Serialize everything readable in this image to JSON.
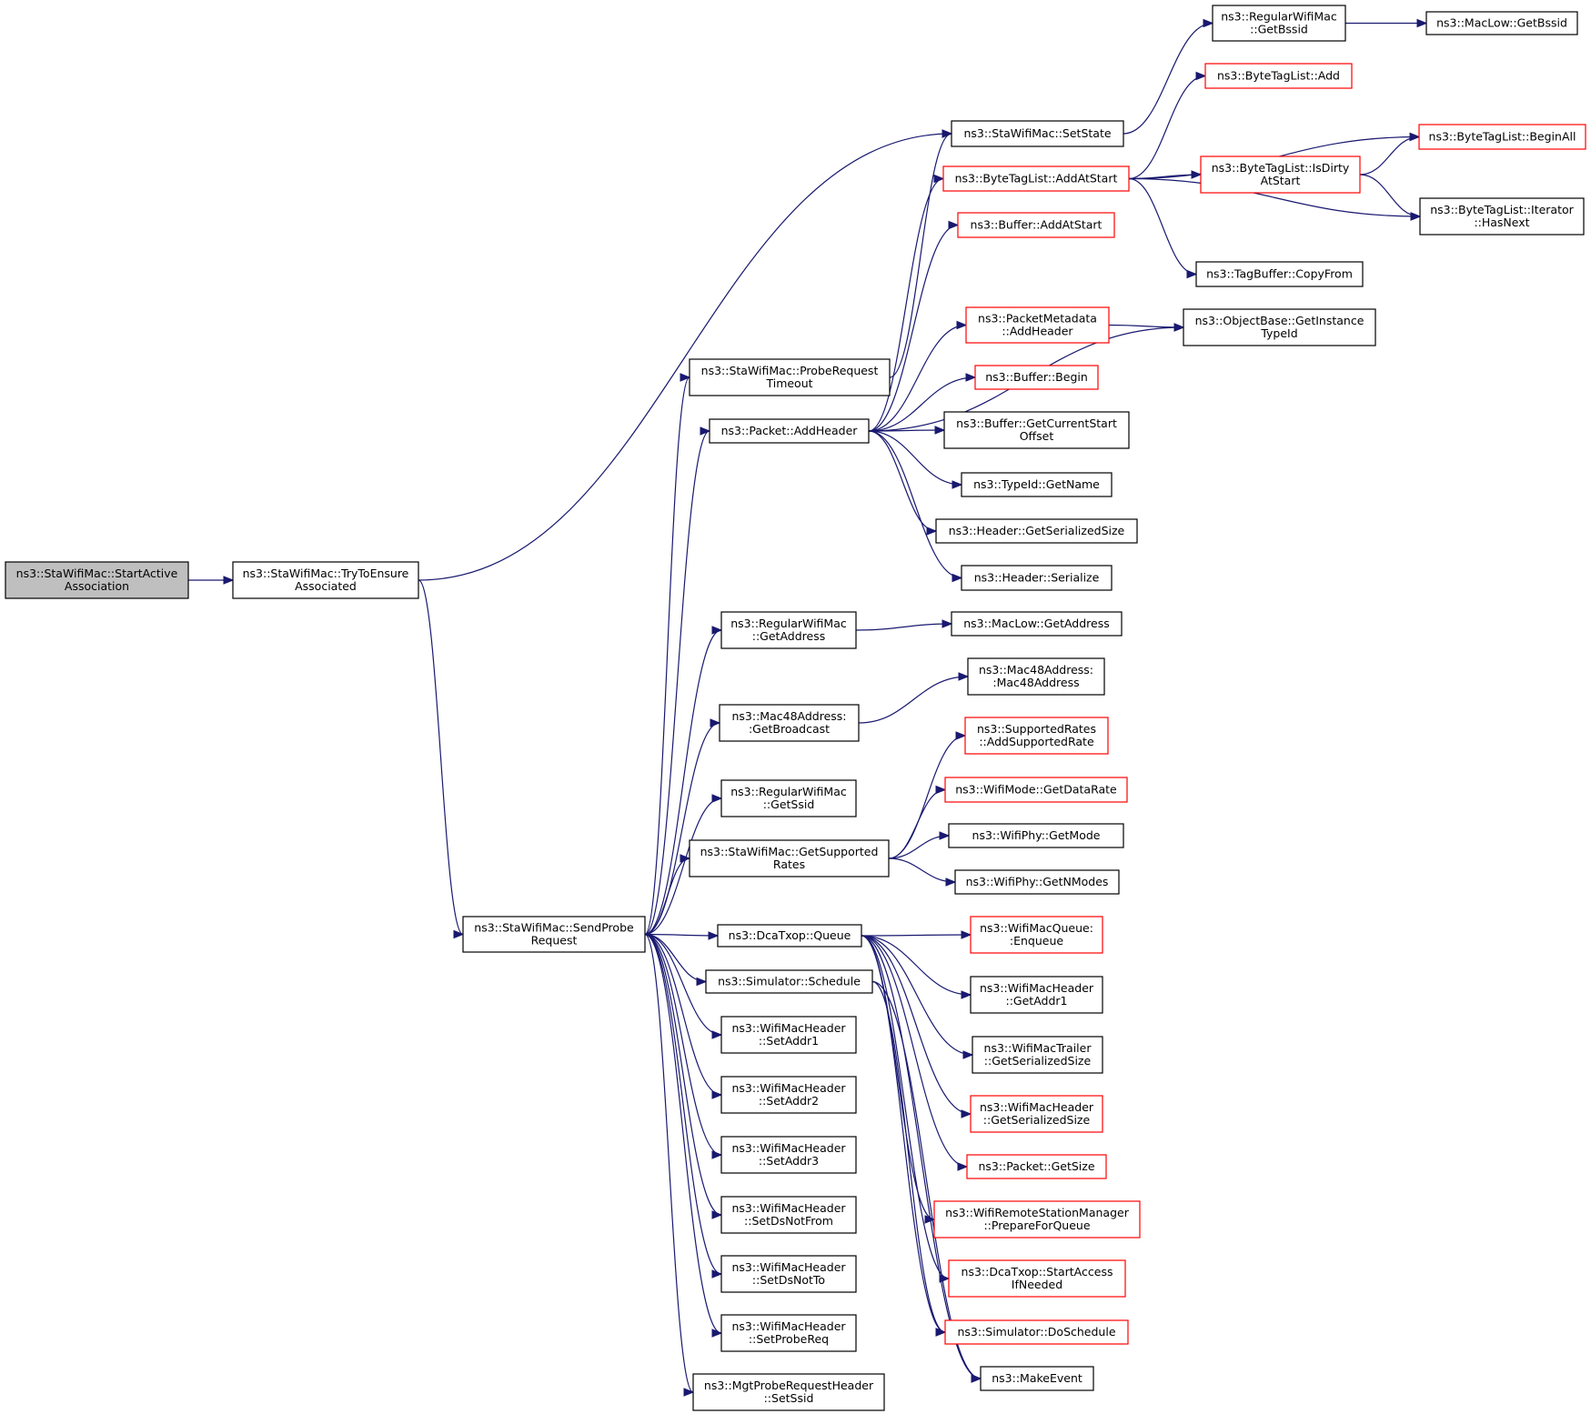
{
  "colors": {
    "edge": "#191970",
    "node_border": "#000000",
    "node_border_truncated": "#ff0000",
    "root_fill": "#bfbfbf",
    "node_fill": "#ffffff"
  },
  "nodes": [
    {
      "id": "root",
      "lines": [
        "ns3::StaWifiMac::StartActive",
        "Association"
      ],
      "style": "root"
    },
    {
      "id": "try",
      "lines": [
        "ns3::StaWifiMac::TryToEnsure",
        "Associated"
      ],
      "style": "normal"
    },
    {
      "id": "setstate",
      "lines": [
        "ns3::StaWifiMac::SetState"
      ],
      "style": "normal"
    },
    {
      "id": "getbssid",
      "lines": [
        "ns3::RegularWifiMac",
        "::GetBssid"
      ],
      "style": "normal"
    },
    {
      "id": "maclowbssid",
      "lines": [
        "ns3::MacLow::GetBssid"
      ],
      "style": "normal"
    },
    {
      "id": "sendprobe",
      "lines": [
        "ns3::StaWifiMac::SendProbe",
        "Request"
      ],
      "style": "normal"
    },
    {
      "id": "probetimeout",
      "lines": [
        "ns3::StaWifiMac::ProbeRequest",
        "Timeout"
      ],
      "style": "normal"
    },
    {
      "id": "addheader",
      "lines": [
        "ns3::Packet::AddHeader"
      ],
      "style": "normal"
    },
    {
      "id": "bt_add",
      "lines": [
        "ns3::ByteTagList::Add"
      ],
      "style": "truncated"
    },
    {
      "id": "bt_addatstart",
      "lines": [
        "ns3::ByteTagList::AddAtStart"
      ],
      "style": "truncated"
    },
    {
      "id": "bt_beginall",
      "lines": [
        "ns3::ByteTagList::BeginAll"
      ],
      "style": "truncated"
    },
    {
      "id": "bt_isdirty",
      "lines": [
        "ns3::ByteTagList::IsDirty",
        "AtStart"
      ],
      "style": "truncated"
    },
    {
      "id": "bt_hasnext",
      "lines": [
        "ns3::ByteTagList::Iterator",
        "::HasNext"
      ],
      "style": "normal"
    },
    {
      "id": "buf_addatstart",
      "lines": [
        "ns3::Buffer::AddAtStart"
      ],
      "style": "truncated"
    },
    {
      "id": "tagbuf",
      "lines": [
        "ns3::TagBuffer::CopyFrom"
      ],
      "style": "normal"
    },
    {
      "id": "objtypeid",
      "lines": [
        "ns3::ObjectBase::GetInstance",
        "TypeId"
      ],
      "style": "normal"
    },
    {
      "id": "pm_addheader",
      "lines": [
        "ns3::PacketMetadata",
        "::AddHeader"
      ],
      "style": "truncated"
    },
    {
      "id": "buf_begin",
      "lines": [
        "ns3::Buffer::Begin"
      ],
      "style": "truncated"
    },
    {
      "id": "buf_curstart",
      "lines": [
        "ns3::Buffer::GetCurrentStart",
        "Offset"
      ],
      "style": "normal"
    },
    {
      "id": "typeid_name",
      "lines": [
        "ns3::TypeId::GetName"
      ],
      "style": "normal"
    },
    {
      "id": "hdr_sersize",
      "lines": [
        "ns3::Header::GetSerializedSize"
      ],
      "style": "normal"
    },
    {
      "id": "hdr_serialize",
      "lines": [
        "ns3::Header::Serialize"
      ],
      "style": "normal"
    },
    {
      "id": "rwm_getaddr",
      "lines": [
        "ns3::RegularWifiMac",
        "::GetAddress"
      ],
      "style": "normal"
    },
    {
      "id": "maclow_getaddr",
      "lines": [
        "ns3::MacLow::GetAddress"
      ],
      "style": "normal"
    },
    {
      "id": "mac48_bcast",
      "lines": [
        "ns3::Mac48Address:",
        ":GetBroadcast"
      ],
      "style": "normal"
    },
    {
      "id": "mac48_ctor",
      "lines": [
        "ns3::Mac48Address:",
        ":Mac48Address"
      ],
      "style": "normal"
    },
    {
      "id": "rwm_getssid",
      "lines": [
        "ns3::RegularWifiMac",
        "::GetSsid"
      ],
      "style": "normal"
    },
    {
      "id": "getsupported",
      "lines": [
        "ns3::StaWifiMac::GetSupported",
        "Rates"
      ],
      "style": "normal"
    },
    {
      "id": "addsupported",
      "lines": [
        "ns3::SupportedRates",
        "::AddSupportedRate"
      ],
      "style": "truncated"
    },
    {
      "id": "getdatarate",
      "lines": [
        "ns3::WifiMode::GetDataRate"
      ],
      "style": "truncated"
    },
    {
      "id": "phy_getmode",
      "lines": [
        "ns3::WifiPhy::GetMode"
      ],
      "style": "normal"
    },
    {
      "id": "phy_getnmodes",
      "lines": [
        "ns3::WifiPhy::GetNModes"
      ],
      "style": "normal"
    },
    {
      "id": "dca_queue",
      "lines": [
        "ns3::DcaTxop::Queue"
      ],
      "style": "normal"
    },
    {
      "id": "sim_schedule",
      "lines": [
        "ns3::Simulator::Schedule"
      ],
      "style": "normal"
    },
    {
      "id": "wmq_enqueue",
      "lines": [
        "ns3::WifiMacQueue:",
        ":Enqueue"
      ],
      "style": "truncated"
    },
    {
      "id": "wmh_getaddr1",
      "lines": [
        "ns3::WifiMacHeader",
        "::GetAddr1"
      ],
      "style": "normal"
    },
    {
      "id": "wmt_sersize",
      "lines": [
        "ns3::WifiMacTrailer",
        "::GetSerializedSize"
      ],
      "style": "normal"
    },
    {
      "id": "wmh_sersize",
      "lines": [
        "ns3::WifiMacHeader",
        "::GetSerializedSize"
      ],
      "style": "truncated"
    },
    {
      "id": "pkt_getsize",
      "lines": [
        "ns3::Packet::GetSize"
      ],
      "style": "truncated"
    },
    {
      "id": "wrsm_prepare",
      "lines": [
        "ns3::WifiRemoteStationManager",
        "::PrepareForQueue"
      ],
      "style": "truncated"
    },
    {
      "id": "dca_startaccess",
      "lines": [
        "ns3::DcaTxop::StartAccess",
        "IfNeeded"
      ],
      "style": "truncated"
    },
    {
      "id": "sim_doschedule",
      "lines": [
        "ns3::Simulator::DoSchedule"
      ],
      "style": "truncated"
    },
    {
      "id": "makeevent",
      "lines": [
        "ns3::MakeEvent"
      ],
      "style": "normal"
    },
    {
      "id": "wmh_setaddr1",
      "lines": [
        "ns3::WifiMacHeader",
        "::SetAddr1"
      ],
      "style": "normal"
    },
    {
      "id": "wmh_setaddr2",
      "lines": [
        "ns3::WifiMacHeader",
        "::SetAddr2"
      ],
      "style": "normal"
    },
    {
      "id": "wmh_setaddr3",
      "lines": [
        "ns3::WifiMacHeader",
        "::SetAddr3"
      ],
      "style": "normal"
    },
    {
      "id": "wmh_setdsnotfrom",
      "lines": [
        "ns3::WifiMacHeader",
        "::SetDsNotFrom"
      ],
      "style": "normal"
    },
    {
      "id": "wmh_setdsnotto",
      "lines": [
        "ns3::WifiMacHeader",
        "::SetDsNotTo"
      ],
      "style": "normal"
    },
    {
      "id": "wmh_setprobereq",
      "lines": [
        "ns3::WifiMacHeader",
        "::SetProbeReq"
      ],
      "style": "normal"
    },
    {
      "id": "mgt_setssid",
      "lines": [
        "ns3::MgtProbeRequestHeader",
        "::SetSsid"
      ],
      "style": "normal"
    }
  ],
  "edges": [
    [
      "root",
      "try"
    ],
    [
      "try",
      "setstate"
    ],
    [
      "try",
      "sendprobe"
    ],
    [
      "setstate",
      "getbssid"
    ],
    [
      "getbssid",
      "maclowbssid"
    ],
    [
      "sendprobe",
      "probetimeout"
    ],
    [
      "probetimeout",
      "setstate"
    ],
    [
      "sendprobe",
      "addheader"
    ],
    [
      "sendprobe",
      "rwm_getaddr"
    ],
    [
      "sendprobe",
      "mac48_bcast"
    ],
    [
      "sendprobe",
      "rwm_getssid"
    ],
    [
      "sendprobe",
      "getsupported"
    ],
    [
      "sendprobe",
      "dca_queue"
    ],
    [
      "sendprobe",
      "sim_schedule"
    ],
    [
      "sendprobe",
      "wmh_setaddr1"
    ],
    [
      "sendprobe",
      "wmh_setaddr2"
    ],
    [
      "sendprobe",
      "wmh_setaddr3"
    ],
    [
      "sendprobe",
      "wmh_setdsnotfrom"
    ],
    [
      "sendprobe",
      "wmh_setdsnotto"
    ],
    [
      "sendprobe",
      "wmh_setprobereq"
    ],
    [
      "sendprobe",
      "mgt_setssid"
    ],
    [
      "addheader",
      "bt_addatstart"
    ],
    [
      "addheader",
      "buf_addatstart"
    ],
    [
      "addheader",
      "objtypeid"
    ],
    [
      "addheader",
      "pm_addheader"
    ],
    [
      "addheader",
      "buf_begin"
    ],
    [
      "addheader",
      "buf_curstart"
    ],
    [
      "addheader",
      "typeid_name"
    ],
    [
      "addheader",
      "hdr_sersize"
    ],
    [
      "addheader",
      "hdr_serialize"
    ],
    [
      "bt_addatstart",
      "bt_add"
    ],
    [
      "bt_addatstart",
      "bt_beginall"
    ],
    [
      "bt_addatstart",
      "bt_isdirty"
    ],
    [
      "bt_addatstart",
      "bt_hasnext"
    ],
    [
      "bt_addatstart",
      "tagbuf"
    ],
    [
      "bt_isdirty",
      "bt_beginall"
    ],
    [
      "bt_isdirty",
      "bt_hasnext"
    ],
    [
      "pm_addheader",
      "objtypeid"
    ],
    [
      "rwm_getaddr",
      "maclow_getaddr"
    ],
    [
      "mac48_bcast",
      "mac48_ctor"
    ],
    [
      "getsupported",
      "addsupported"
    ],
    [
      "getsupported",
      "getdatarate"
    ],
    [
      "getsupported",
      "phy_getmode"
    ],
    [
      "getsupported",
      "phy_getnmodes"
    ],
    [
      "dca_queue",
      "wmq_enqueue"
    ],
    [
      "dca_queue",
      "wmh_getaddr1"
    ],
    [
      "dca_queue",
      "wmt_sersize"
    ],
    [
      "dca_queue",
      "wmh_sersize"
    ],
    [
      "dca_queue",
      "pkt_getsize"
    ],
    [
      "dca_queue",
      "wrsm_prepare"
    ],
    [
      "dca_queue",
      "dca_startaccess"
    ],
    [
      "dca_queue",
      "sim_doschedule"
    ],
    [
      "dca_queue",
      "makeevent"
    ],
    [
      "sim_schedule",
      "sim_doschedule"
    ],
    [
      "sim_schedule",
      "makeevent"
    ]
  ]
}
